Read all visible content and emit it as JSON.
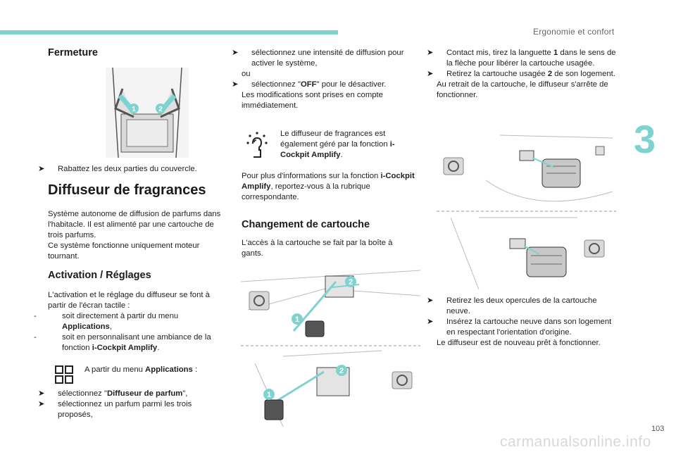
{
  "header": {
    "section_title": "Ergonomie et confort",
    "chapter_number": "3",
    "page_number": "103",
    "accent_color": "#7ed3d0"
  },
  "watermark": "carmanualsonline.info",
  "col1": {
    "fermeture_title": "Fermeture",
    "fermeture_step": "Rabattez les deux parties du couvercle.",
    "diffuseur_title": "Diffuseur de fragrances",
    "diffuseur_p1": "Système autonome de diffusion de parfums dans l'habitacle. Il est alimenté par une cartouche de trois parfums.",
    "diffuseur_p2": "Ce système fonctionne uniquement moteur tournant.",
    "activation_title": "Activation / Réglages",
    "activation_intro": "L'activation et le réglage du diffuseur se font à partir de l'écran tactile :",
    "bullet1_pre": "soit directement à partir du menu ",
    "bullet1_bold": "Applications",
    "bullet1_post": ",",
    "bullet2_pre": "soit en personnalisant une ambiance de la fonction ",
    "bullet2_bold": "i-Cockpit Amplify",
    "bullet2_post": ".",
    "menu_pre": "A partir du menu ",
    "menu_bold": "Applications",
    "menu_post": " :",
    "step1_pre": "sélectionnez \"",
    "step1_bold": "Diffuseur de parfum",
    "step1_post": "\",",
    "step2": "sélectionnez un parfum parmi les trois proposés,"
  },
  "col2": {
    "step3": "sélectionnez une intensité de diffusion pour activer le système,",
    "ou": "ou",
    "step4_pre": "sélectionnez \"",
    "step4_bold": "OFF",
    "step4_post": "\" pour le désactiver.",
    "mods": "Les modifications sont prises en compte immédiatement.",
    "note_pre": "Le diffuseur de fragrances est également géré par la fonction ",
    "note_bold": "i-Cockpit Amplify",
    "note_post": ".",
    "info_pre": "Pour plus d'informations sur la fonction ",
    "info_bold": "i-Cockpit Amplify",
    "info_post": ", reportez-vous à la rubrique correspondante.",
    "changement_title": "Changement de cartouche",
    "access": "L'accès à la cartouche se fait par la boîte à gants."
  },
  "col3": {
    "s1_pre": "Contact mis, tirez la languette ",
    "s1_bold": "1",
    "s1_post": " dans le sens de la flèche pour libérer la cartouche usagée.",
    "s2_pre": "Retirez la cartouche usagée ",
    "s2_bold": "2",
    "s2_post": " de son logement.",
    "p_retrait": "Au retrait de la cartouche, le diffuseur s'arrête de fonctionner.",
    "s3": "Retirez les deux opercules de la cartouche neuve.",
    "s4": "Insérez la cartouche neuve dans son logement en respectant l'orientation d'origine.",
    "final": "Le diffuseur est de nouveau prêt à fonctionner."
  },
  "markers": {
    "one": "1",
    "two": "2",
    "bullet_arrow": "",
    "dash": "-"
  },
  "icons": [
    "grid-apps-icon",
    "person-fragrance-icon",
    "steering-wheel-icon"
  ]
}
